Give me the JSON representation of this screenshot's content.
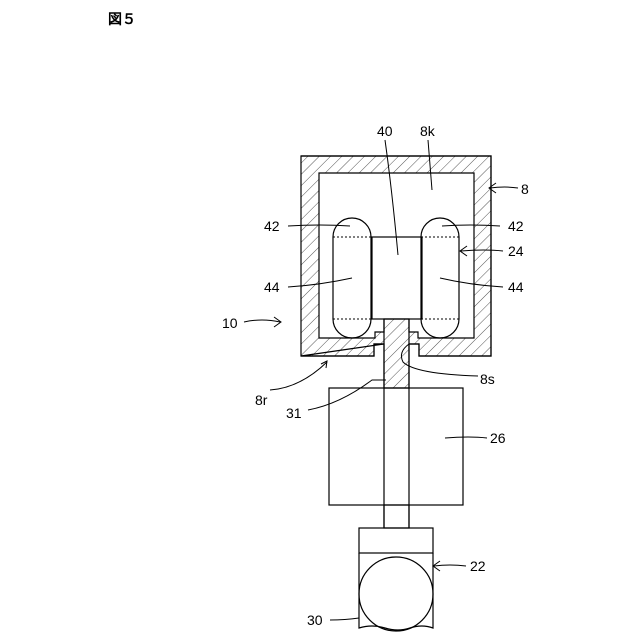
{
  "figure": {
    "title": "図５",
    "labels": {
      "l40": "40",
      "l8k": "8k",
      "l8": "8",
      "l42_left": "42",
      "l42_right": "42",
      "l24": "24",
      "l44_left": "44",
      "l44_right": "44",
      "l10": "10",
      "l8r": "8r",
      "l8s": "8s",
      "l31": "31",
      "l26": "26",
      "l22": "22",
      "l30": "30"
    }
  }
}
